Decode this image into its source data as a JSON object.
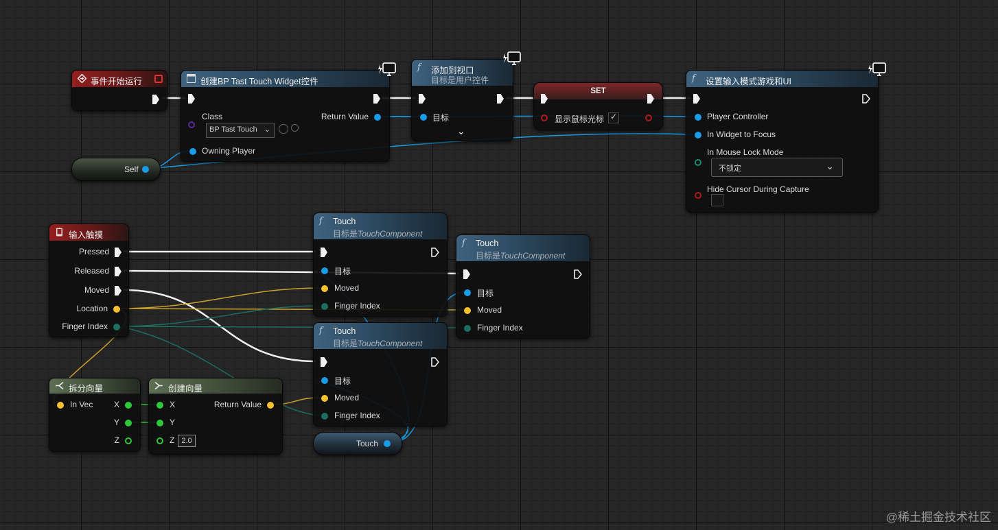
{
  "nodes": {
    "begin_play": {
      "title": "事件开始运行"
    },
    "create_widget": {
      "title": "创建BP Tast Touch Widget控件",
      "class_label": "Class",
      "class_value": "BP Tast Touch",
      "return_label": "Return Value",
      "owning_label": "Owning Player"
    },
    "add_viewport": {
      "title": "添加到视口",
      "subtitle": "目标是用户控件",
      "target_label": "目标"
    },
    "set_node": {
      "title": "SET",
      "var_label": "显示鼠标光标",
      "checked": true
    },
    "set_input_mode": {
      "title": "设置输入模式游戏和UI",
      "pc_label": "Player Controller",
      "widget_label": "In Widget to Focus",
      "lock_label": "In Mouse Lock Mode",
      "lock_value": "不锁定",
      "hide_label": "Hide Cursor During Capture"
    },
    "self_node": {
      "label": "Self"
    },
    "input_touch": {
      "title": "输入触摸",
      "pins": [
        "Pressed",
        "Released",
        "Moved",
        "Location",
        "Finger Index"
      ]
    },
    "touch1": {
      "title": "Touch",
      "subtitle_prefix": "目标是",
      "subtitle_class": "TouchComponent",
      "pins": [
        "目标",
        "Moved",
        "Finger Index"
      ]
    },
    "touch2": {
      "title": "Touch",
      "subtitle_prefix": "目标是",
      "subtitle_class": "TouchComponent",
      "pins": [
        "目标",
        "Moved",
        "Finger Index"
      ]
    },
    "touch3": {
      "title": "Touch",
      "subtitle_prefix": "目标是",
      "subtitle_class": "TouchComponent",
      "pins": [
        "目标",
        "Moved",
        "Finger Index"
      ]
    },
    "break_vec": {
      "title": "拆分向量",
      "in_label": "In Vec",
      "pins": [
        "X",
        "Y",
        "Z"
      ]
    },
    "make_vec": {
      "title": "创建向量",
      "pins": [
        "X",
        "Y",
        "Z"
      ],
      "return_label": "Return Value",
      "z_value": "2.0"
    },
    "touch_var": {
      "label": "Touch"
    }
  },
  "watermark": "@稀土掘金技术社区",
  "colors": {
    "exec": "#f0f0f0",
    "object": "#1a9be6",
    "vector": "#f5c032",
    "float": "#2fc83b",
    "int": "#1c8a72",
    "bool": "#b01b1b",
    "function_header": "#3f627e",
    "event_header": "#951f1f"
  },
  "icons": [
    "function-icon",
    "event-icon",
    "widget-icon",
    "monitor-icon",
    "touch-event-icon",
    "break-vector-icon",
    "make-vector-icon",
    "dropdown-icon",
    "checkbox-icon"
  ]
}
